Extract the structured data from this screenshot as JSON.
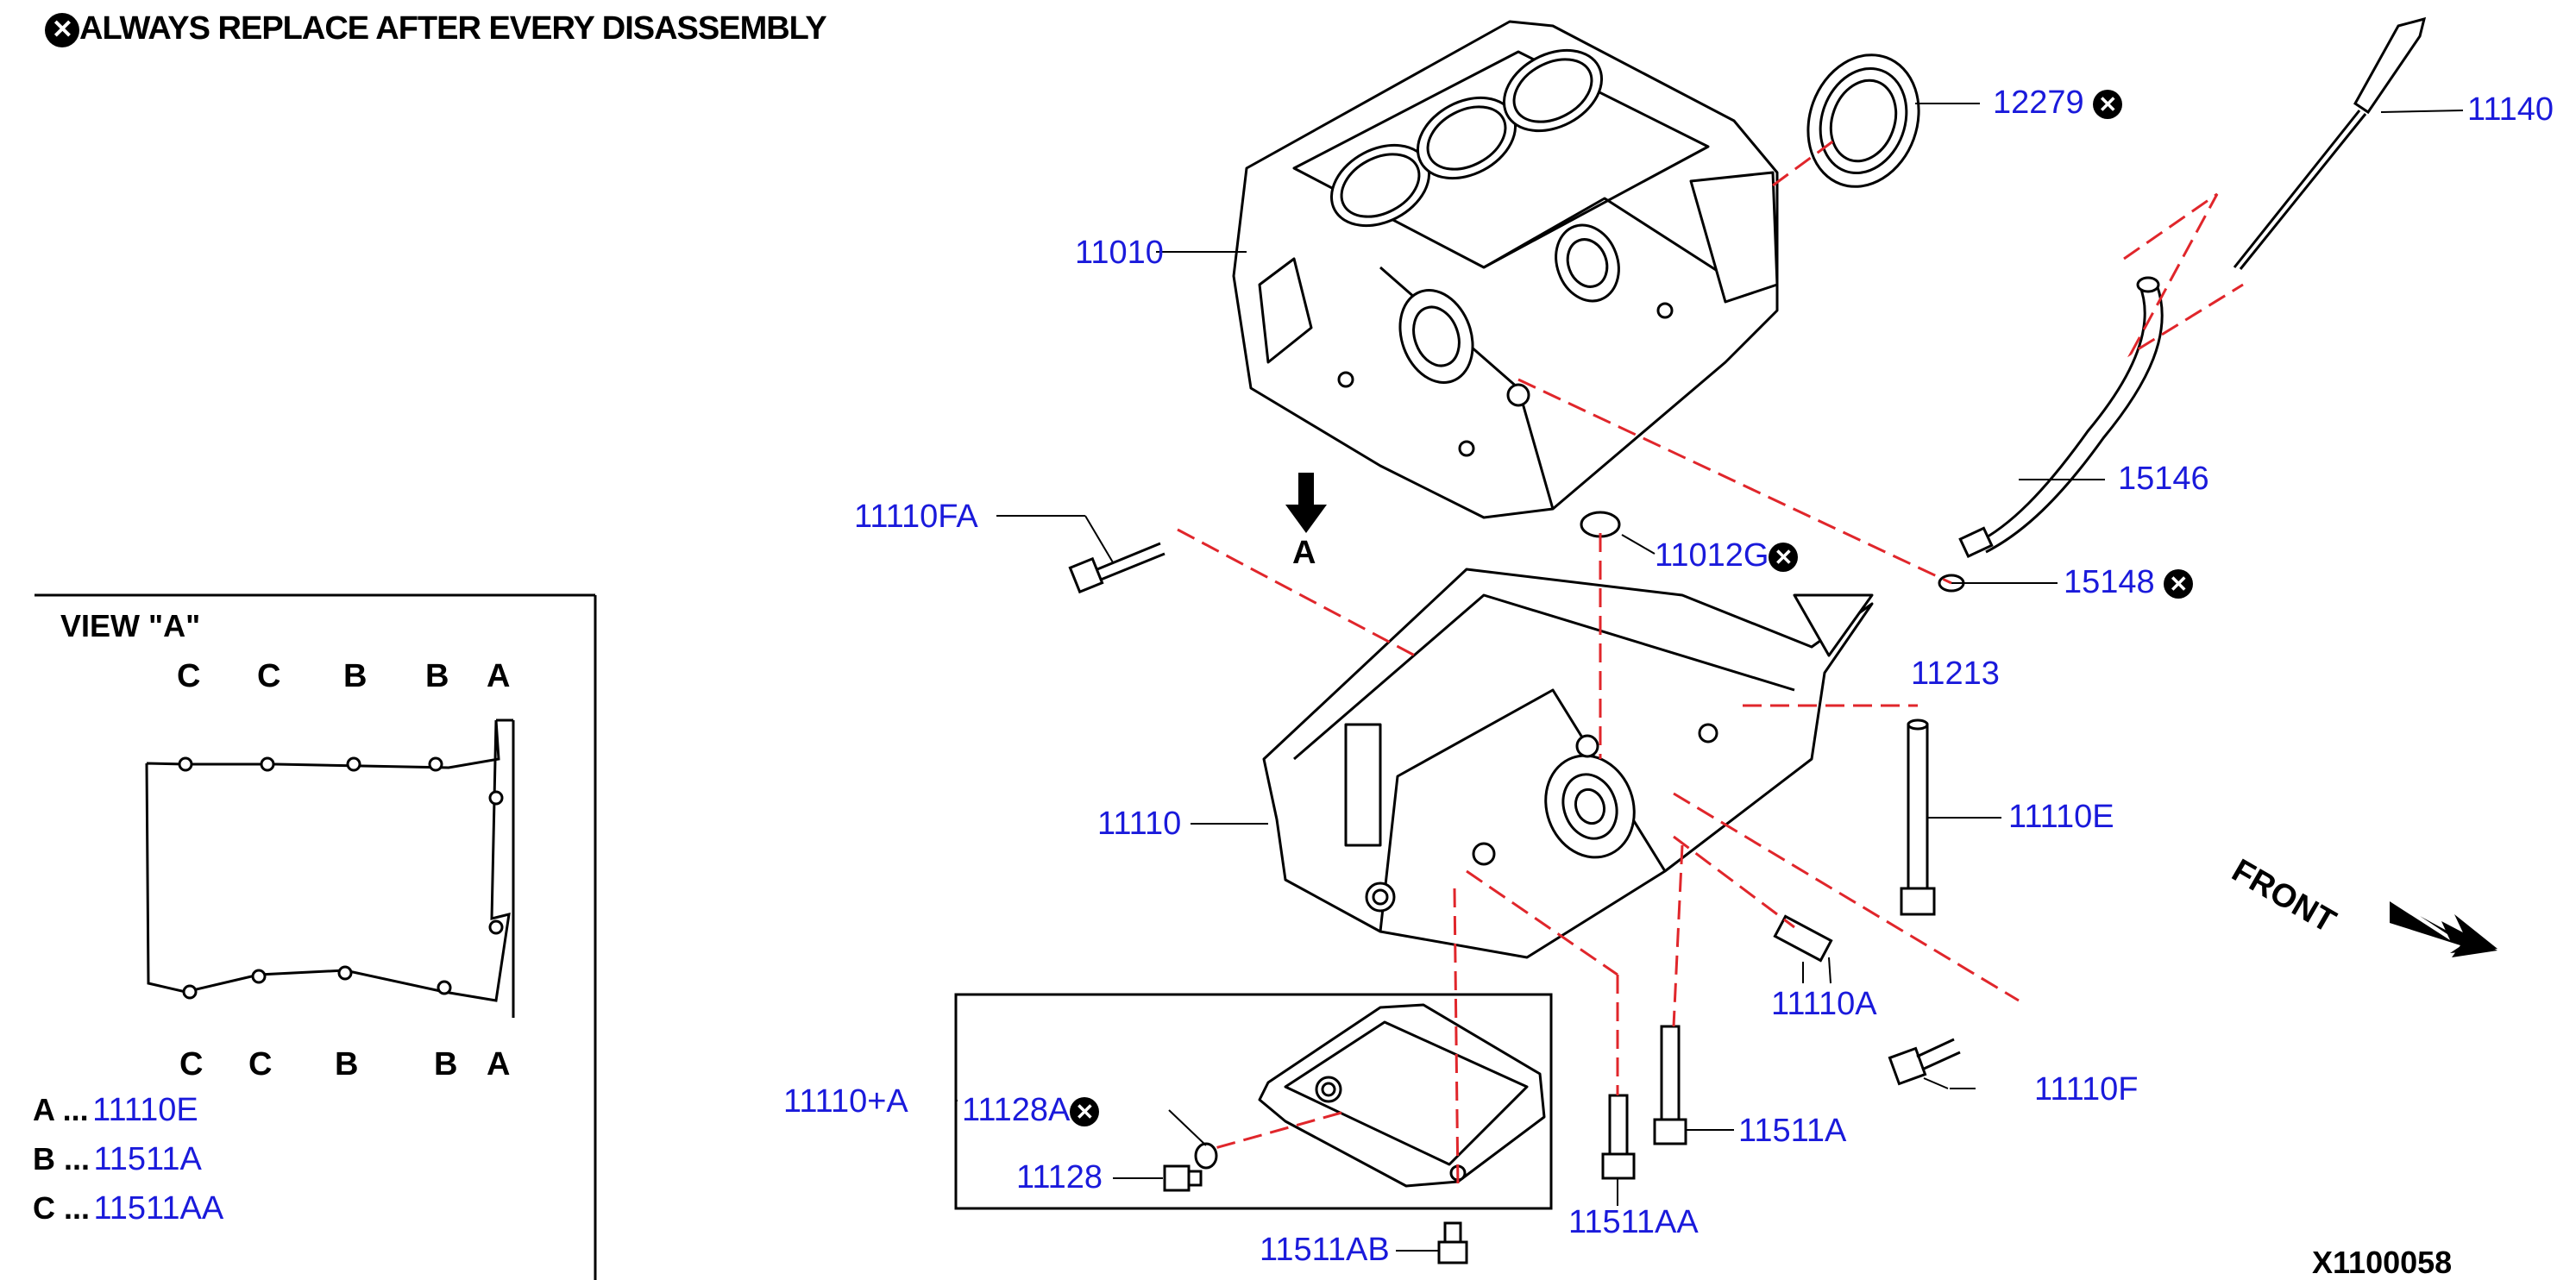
{
  "header": {
    "note_text": "ALWAYS REPLACE AFTER EVERY DISASSEMBLY",
    "replace_symbol": "x-circle-icon"
  },
  "view": {
    "title": "VIEW \"A\"",
    "top_letters": [
      "C",
      "C",
      "B",
      "B",
      "A"
    ],
    "bottom_letters": [
      "C",
      "C",
      "B",
      "B",
      "A"
    ],
    "legend": [
      {
        "key": "A ...",
        "part": "11110E"
      },
      {
        "key": "B ...",
        "part": "11511A"
      },
      {
        "key": "C ...",
        "part": "11511AA"
      }
    ]
  },
  "arrow_label": "A",
  "front_label": "FRONT",
  "drawing_code": "X1100058",
  "parts": {
    "p12279": "12279",
    "p11140": "11140",
    "p11010": "11010",
    "p15146": "15146",
    "p11110FA": "11110FA",
    "p11012G": "11012G",
    "p15148": "15148",
    "p11213": "11213",
    "p11110": "11110",
    "p11110E": "11110E",
    "p11110A": "11110A",
    "p11110F": "11110F",
    "p11110plusA": "11110+A",
    "p11128A": "11128A",
    "p11128": "11128",
    "p11511A": "11511A",
    "p11511AA": "11511AA",
    "p11511AB": "11511AB"
  },
  "colors": {
    "label_blue": "#1a1adb",
    "leader_red": "#e0262b",
    "line_black": "#000000"
  }
}
